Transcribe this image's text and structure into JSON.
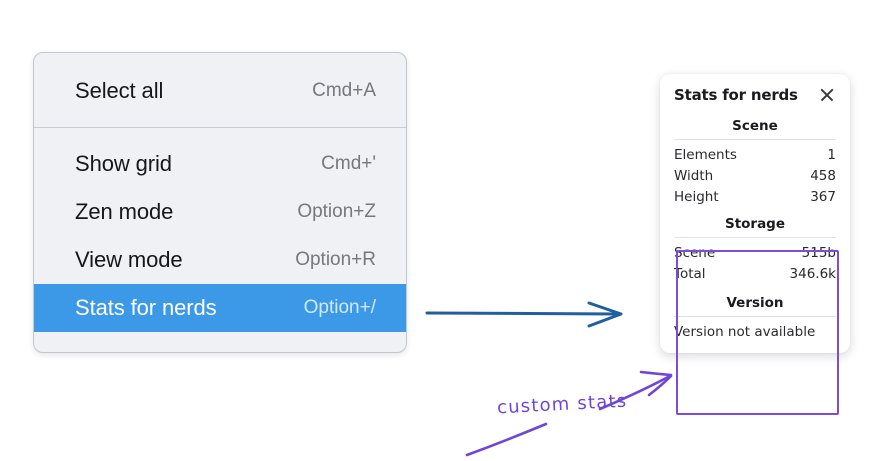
{
  "context_menu": {
    "name": "canvas-context-menu",
    "groups": [
      {
        "items": [
          {
            "label": "Select all",
            "shortcut": "Cmd+A",
            "selected": false
          }
        ]
      },
      {
        "items": [
          {
            "label": "Show grid",
            "shortcut": "Cmd+'",
            "selected": false
          },
          {
            "label": "Zen mode",
            "shortcut": "Option+Z",
            "selected": false
          },
          {
            "label": "View mode",
            "shortcut": "Option+R",
            "selected": false
          },
          {
            "label": "Stats for nerds",
            "shortcut": "Option+/",
            "selected": true
          }
        ]
      }
    ],
    "items": {
      "select_all": {
        "label": "Select all",
        "shortcut": "Cmd+A"
      },
      "show_grid": {
        "label": "Show grid",
        "shortcut": "Cmd+'"
      },
      "zen_mode": {
        "label": "Zen mode",
        "shortcut": "Option+Z"
      },
      "view_mode": {
        "label": "View mode",
        "shortcut": "Option+R"
      },
      "stats_for_nerds": {
        "label": "Stats for nerds",
        "shortcut": "Option+/"
      }
    },
    "highlight_color": "#3b99e8",
    "background_color": "#f0f1f4"
  },
  "stats_panel": {
    "title": "Stats for nerds",
    "close_icon": "close-icon",
    "sections": {
      "scene": {
        "title": "Scene",
        "rows": [
          {
            "label": "Elements",
            "value": "1"
          },
          {
            "label": "Width",
            "value": "458"
          },
          {
            "label": "Height",
            "value": "367"
          }
        ]
      },
      "storage": {
        "title": "Storage",
        "rows": [
          {
            "label": "Scene",
            "value": "515b"
          },
          {
            "label": "Total",
            "value": "346.6k"
          }
        ]
      },
      "version": {
        "title": "Version",
        "note": "Version not available"
      }
    },
    "highlight_color": "#7c4dda"
  },
  "annotations": {
    "custom_stats_label": "custom stats",
    "arrow_blue_color": "#1f5fa0",
    "arrow_purple_color": "#6f46d6"
  }
}
